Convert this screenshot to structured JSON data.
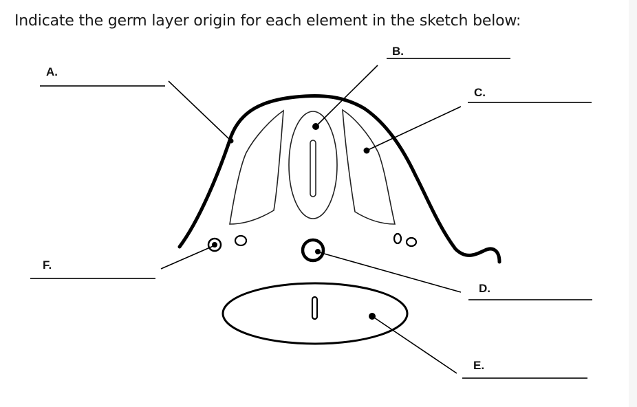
{
  "question": {
    "text": "Indicate the germ layer origin for each element in the sketch below:"
  },
  "labels": {
    "a": "A.",
    "b": "B.",
    "c": "C.",
    "d": "D.",
    "e": "E.",
    "f": "F."
  },
  "answers": {
    "a": "",
    "b": "",
    "c": "",
    "d": "",
    "e": "",
    "f": ""
  },
  "colors": {
    "ink": "#000000",
    "text": "#1a1a1a",
    "rule": "#333333",
    "background": "#ffffff"
  }
}
